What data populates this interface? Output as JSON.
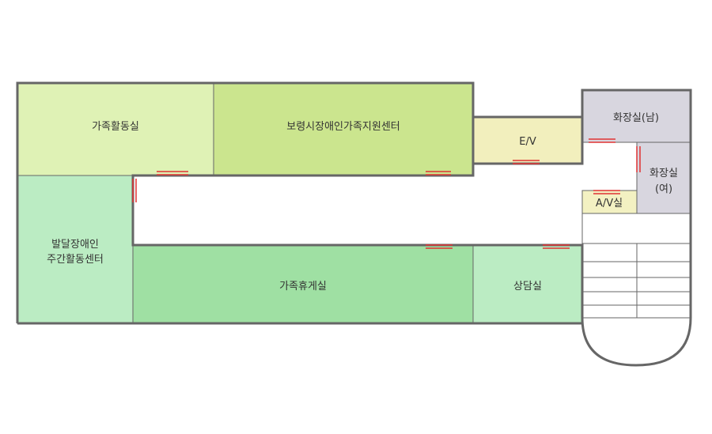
{
  "colors": {
    "wall": "#666666",
    "family_activity": "#dff2b5",
    "support_center": "#cbe58e",
    "elevator": "#f2efbd",
    "restroom": "#d8d6df",
    "av_room": "#f3f1c2",
    "dev_center": "#bbecc3",
    "lounge": "#9fe0a3",
    "counseling": "#bbecc3",
    "door_mark": "#e03333",
    "background": "#ffffff"
  },
  "rooms": {
    "family_activity": "가족활동실",
    "support_center": "보령시장애인가족지원센터",
    "elevator": "E/V",
    "restroom_male": "화장실(남)",
    "restroom_female_line1": "화장실",
    "restroom_female_line2": "(여)",
    "av_room": "A/V실",
    "dev_center_line1": "발달장애인",
    "dev_center_line2": "주간활동센터",
    "lounge": "가족휴게실",
    "counseling": "상담실"
  }
}
